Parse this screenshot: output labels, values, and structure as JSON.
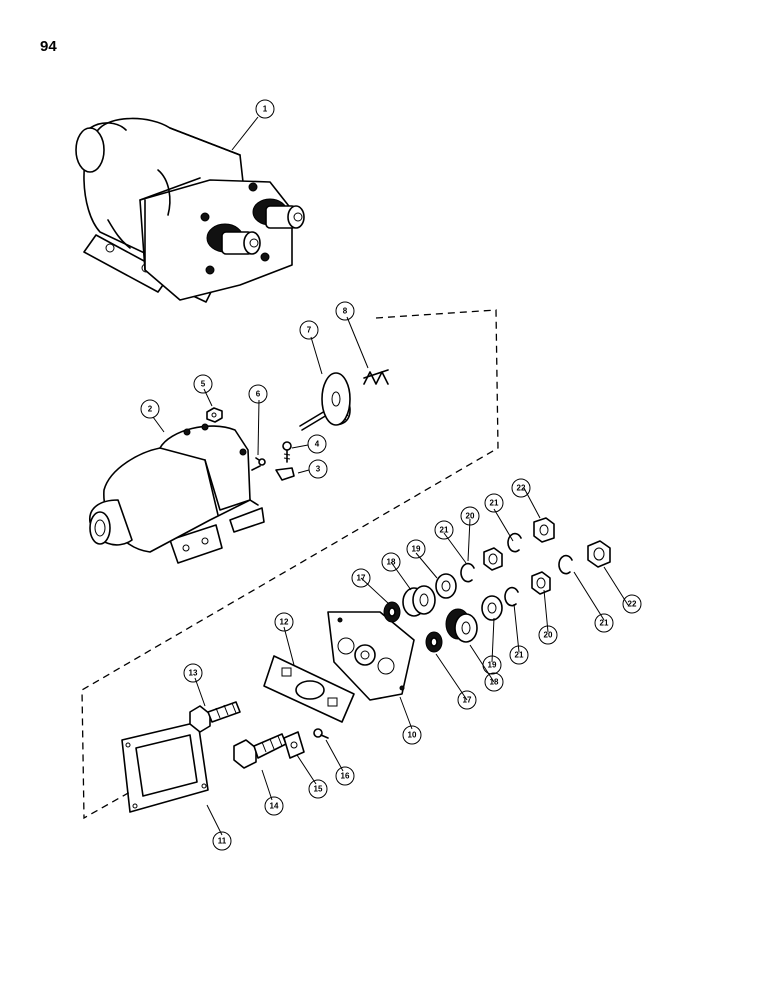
{
  "page": {
    "number": "94"
  },
  "callouts": [
    {
      "id": "1",
      "label": "1"
    },
    {
      "id": "2",
      "label": "2"
    },
    {
      "id": "3",
      "label": "3"
    },
    {
      "id": "4",
      "label": "4"
    },
    {
      "id": "5",
      "label": "5"
    },
    {
      "id": "6",
      "label": "6"
    },
    {
      "id": "7",
      "label": "7"
    },
    {
      "id": "8",
      "label": "8"
    },
    {
      "id": "10",
      "label": "10"
    },
    {
      "id": "11",
      "label": "11"
    },
    {
      "id": "12",
      "label": "12"
    },
    {
      "id": "13",
      "label": "13"
    },
    {
      "id": "14",
      "label": "14"
    },
    {
      "id": "15",
      "label": "15"
    },
    {
      "id": "16",
      "label": "16"
    },
    {
      "id": "17a",
      "label": "17"
    },
    {
      "id": "17b",
      "label": "17"
    },
    {
      "id": "18a",
      "label": "18"
    },
    {
      "id": "18b",
      "label": "18"
    },
    {
      "id": "19a",
      "label": "19"
    },
    {
      "id": "19b",
      "label": "19"
    },
    {
      "id": "20a",
      "label": "20"
    },
    {
      "id": "20b",
      "label": "20"
    },
    {
      "id": "21a",
      "label": "21"
    },
    {
      "id": "21b",
      "label": "21"
    },
    {
      "id": "21c",
      "label": "21"
    },
    {
      "id": "21d",
      "label": "21"
    },
    {
      "id": "22a",
      "label": "22"
    },
    {
      "id": "22b",
      "label": "22"
    }
  ]
}
